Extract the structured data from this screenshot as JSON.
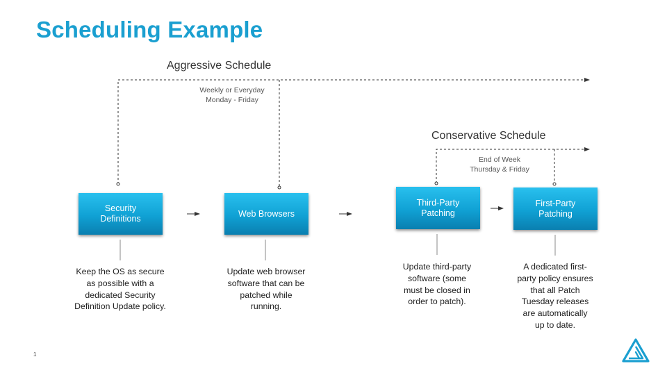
{
  "title": "Scheduling Example",
  "aggressive": {
    "label": "Aggressive Schedule",
    "timing_line1": "Weekly or Everyday",
    "timing_line2": "Monday - Friday"
  },
  "conservative": {
    "label": "Conservative Schedule",
    "timing_line1": "End of Week",
    "timing_line2": "Thursday & Friday"
  },
  "steps": [
    {
      "label": "Security\nDefinitions",
      "description": "Keep the OS as secure as possible with a dedicated Security Definition Update policy."
    },
    {
      "label": "Web Browsers",
      "description": "Update web browser software that can be patched while running."
    },
    {
      "label": "Third-Party\nPatching",
      "description": "Update third-party software (some must be closed in order to patch)."
    },
    {
      "label": "First-Party\nPatching",
      "description": "A dedicated first-party policy ensures that all Patch Tuesday releases are automatically up to date."
    }
  ],
  "page_number": "1",
  "colors": {
    "title": "#1a9fd0",
    "box_top": "#29c0ee",
    "box_bottom": "#0a7fb0",
    "logo": "#1a9fd0"
  },
  "logo_icon": "triangle-logo-icon"
}
